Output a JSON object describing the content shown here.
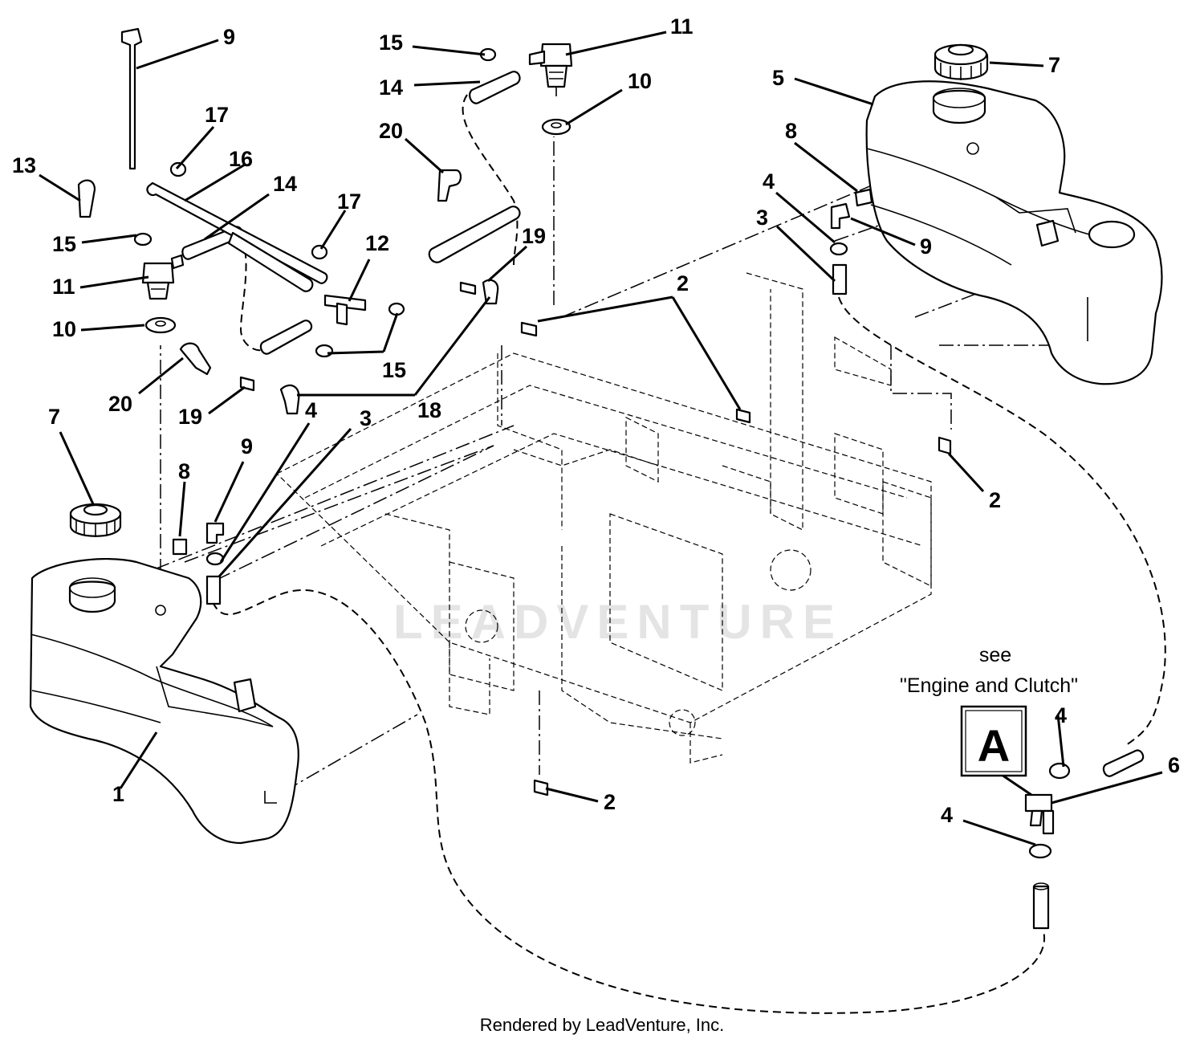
{
  "callouts": {
    "c9a": "9",
    "c15a": "15",
    "c11a": "11",
    "c14a": "14",
    "c10a": "10",
    "c20a": "20",
    "c17a": "17",
    "c16": "16",
    "c13": "13",
    "c14b": "14",
    "c15b": "15",
    "c11b": "11",
    "c10b": "10",
    "c20b": "20",
    "c17b": "17",
    "c12": "12",
    "c15c": "15",
    "c19a": "19",
    "c19b": "19",
    "c18": "18",
    "c7a": "7",
    "c8a": "8",
    "c9b": "9",
    "c4a": "4",
    "c3a": "3",
    "c1": "1",
    "c7b": "7",
    "c5": "5",
    "c8b": "8",
    "c4b": "4",
    "c3b": "3",
    "c9c": "9",
    "c2a": "2",
    "c2b": "2",
    "c2c": "2",
    "c4c": "4",
    "c6": "6",
    "c4d": "4"
  },
  "reference": {
    "see": "see",
    "section": "\"Engine and Clutch\"",
    "box_letter": "A"
  },
  "watermark": "LEADVENTURE",
  "footer": "Rendered by LeadVenture, Inc.",
  "icons": [
    "fuel-tank-left",
    "fuel-tank-right",
    "fuel-cap",
    "fuel-valve",
    "hose-clamp",
    "tee-fitting",
    "frame-chassis"
  ]
}
